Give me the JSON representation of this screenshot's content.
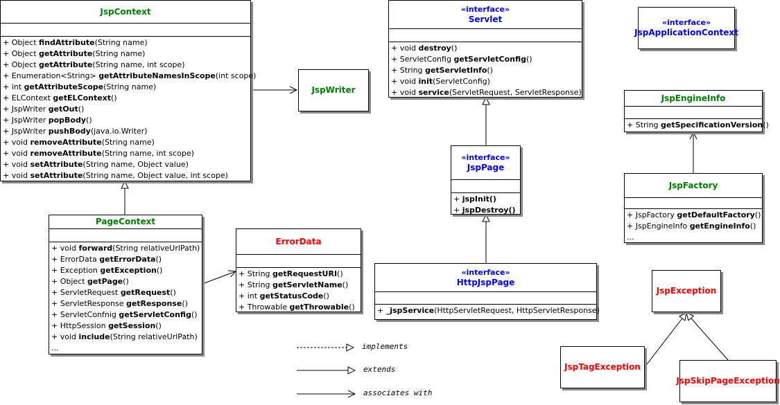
{
  "classes": {
    "jspcontext": {
      "name": "JspContext",
      "ops": [
        [
          "+ Object ",
          "findAttribute",
          "(String name)"
        ],
        [
          "+ Object ",
          "getAttribute",
          "(String name)"
        ],
        [
          "+ Object ",
          "getAttribute",
          "(String name, int scope)"
        ],
        [
          "+ Enumeration<String> ",
          "getAttributeNamesInScope",
          "(int scope)"
        ],
        [
          "+ int ",
          "getAttributeScope",
          "(String name)"
        ],
        [
          "+ ELContext ",
          "getELContext",
          "()"
        ],
        [
          "+ JspWriter ",
          "getOut",
          "()"
        ],
        [
          "+ JspWriter ",
          "popBody",
          "()"
        ],
        [
          "+ JspWriter ",
          "pushBody",
          "(java.io.Writer)"
        ],
        [
          "+ void ",
          "removeAttribute",
          "(String name)"
        ],
        [
          "+ void ",
          "removeAttribute",
          "(String name, int scope)"
        ],
        [
          "+ void ",
          "setAttribute",
          "(String name, Object value)"
        ],
        [
          "+ void ",
          "setAttribute",
          "(String name, Object value, int scope)"
        ]
      ]
    },
    "jspwriter": {
      "name": "JspWriter"
    },
    "servlet": {
      "stereotype": "«interface»",
      "name": "Servlet",
      "ops": [
        [
          "+ void ",
          "destroy",
          "()"
        ],
        [
          "+ ServletConfig ",
          "getServletConfig",
          "()"
        ],
        [
          "+ String ",
          "getServletInfo",
          "()"
        ],
        [
          "+ void ",
          "init",
          "(ServletConfig)"
        ],
        [
          "+ void ",
          "service",
          "(ServletRequest, ServletResponse)"
        ]
      ]
    },
    "jspapplicationcontext": {
      "stereotype": "«interface»",
      "name": "JspApplicationContext"
    },
    "jspengineinfo": {
      "name": "JspEngineInfo",
      "ops": [
        [
          "+ String ",
          "getSpecificationVersion",
          "()"
        ]
      ]
    },
    "jsppage": {
      "stereotype": "«interface»",
      "name": "JspPage",
      "ops": [
        [
          "+ ",
          "jspInit()",
          ""
        ],
        [
          "+ ",
          "jspDestroy()",
          ""
        ]
      ]
    },
    "jspfactory": {
      "name": "JspFactory",
      "ops": [
        [
          "+ JspFactory ",
          "getDefaultFactory",
          "()"
        ],
        [
          "+ JspEngineInfo ",
          "getEngineInfo",
          "()"
        ],
        [
          "...",
          "",
          ""
        ]
      ]
    },
    "pagecontext": {
      "name": "PageContext",
      "ops": [
        [
          "+ void ",
          "forward",
          "(String relativeUrlPath)"
        ],
        [
          "+ ErrorData ",
          "getErrorData",
          "()"
        ],
        [
          "+ Exception ",
          "getException",
          "()"
        ],
        [
          "+ Object ",
          "getPage",
          "()"
        ],
        [
          "+ ServletRequest ",
          "getRequest",
          "()"
        ],
        [
          "+ ServletResponse ",
          "getResponse",
          "()"
        ],
        [
          "+ ServletConfnig ",
          "getServletConfig",
          "()"
        ],
        [
          "+ HttpSession ",
          "getSession",
          "()"
        ],
        [
          "+ void ",
          "include",
          "(String relativeUrlPath)"
        ],
        [
          "...",
          "",
          ""
        ]
      ]
    },
    "errordata": {
      "name": "ErrorData",
      "ops": [
        [
          "+ String ",
          "getRequestURI",
          "()"
        ],
        [
          "+ String ",
          "getServletName",
          "()"
        ],
        [
          "+ int ",
          "getStatusCode",
          "()"
        ],
        [
          "+ Throwable ",
          "getThrowable",
          "()"
        ]
      ]
    },
    "httpjsppage": {
      "stereotype": "«interface»",
      "name": "HttpJspPage",
      "ops": [
        [
          "+ ",
          "_jspService",
          "(HttpServletRequest, HttpServletResponse)"
        ]
      ]
    },
    "jspexception": {
      "name": "JspException"
    },
    "jsptagexception": {
      "name": "JspTagException"
    },
    "jspskippageexception": {
      "name": "JspSkipPageException"
    }
  },
  "legend": {
    "implements": "implements",
    "extends": "extends",
    "associates": "associates with"
  },
  "colors": {
    "class_name": "#008000",
    "interface_name": "#0000ff",
    "exception_name": "#ff0000"
  }
}
